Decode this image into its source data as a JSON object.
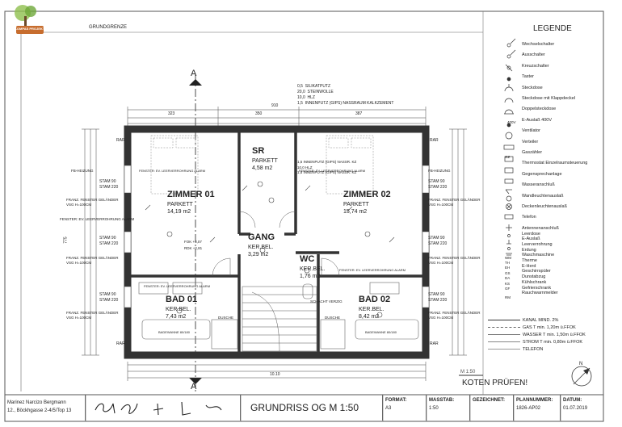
{
  "logo": {
    "text": "KOMPAS PROJEKTE"
  },
  "top": {
    "grundgrenze": "GRUNDGRENZE",
    "section_a": "A"
  },
  "layers": [
    {
      "thk": "0,5",
      "name": "SILIKATPUTZ"
    },
    {
      "thk": "20,0",
      "name": "STEINWOLLE"
    },
    {
      "thk": "10,0",
      "name": "HLZ"
    },
    {
      "thk": "1,5",
      "name": "INNENPUTZ (GIPS) NASSRAUM KALKZEMENT"
    }
  ],
  "layers_inner": [
    {
      "thk": "1,5",
      "name": "INNENPUTZ (GIPS) NASSR. KZ"
    },
    {
      "thk": "10,0",
      "name": "HLZ"
    },
    {
      "thk": "1,5",
      "name": "INNENPUTZ (GIPS) NASSR. KZ"
    }
  ],
  "dims": {
    "top_total": "910",
    "d323": "323",
    "d350": "350",
    "d387": "387",
    "bottom_total": "10.10",
    "left_total": "775"
  },
  "rooms": [
    {
      "name": "ZIMMER 01",
      "floor": "PARKETT",
      "area": "14,19 m2"
    },
    {
      "name": "SR",
      "floor": "PARKETT",
      "area": "4,58 m2"
    },
    {
      "name": "ZIMMER 02",
      "floor": "PARKETT",
      "area": "15,74 m2"
    },
    {
      "name": "GANG",
      "floor": "KER.BEL.",
      "area": "3,29 m2"
    },
    {
      "name": "WC",
      "floor": "KER.BEL.",
      "area": "1,76 m2"
    },
    {
      "name": "BAD 01",
      "floor": "KER.BEL.",
      "area": "7,43 m2"
    },
    {
      "name": "BAD 02",
      "floor": "KER.BEL.",
      "area": "8,42 m2"
    }
  ],
  "side_notes": {
    "fb": "FB-HEIZUNG",
    "fenster": "FENSTER: EV. LEERVERROHRUNG ALARM",
    "stam90": "STAM 90",
    "stam220": "STAM 220",
    "franz": "FRANZ. FENSTER GELÄNDER",
    "vsg": "VSG H=100CM",
    "rar": "RAR",
    "dusche": "DUSCHE",
    "badewanne": "BADEWANNE 80/180",
    "fok1": "FOK +3,07",
    "fok2": "RDK +2,81",
    "schacht": "SCHACHT VERZIG"
  },
  "legend": {
    "title": "LEGENDE",
    "items": [
      "Wechselschalter",
      "Ausschalter",
      "Kreuzschalter",
      "Taster",
      "Steckdose",
      "Steckdose mit Klappdeckel",
      "Doppelsteckdose",
      "E-Auslaß 400V",
      "Ventilator",
      "Verteiler",
      "Gaszähler",
      "Thermostat Einzelraumsteuerung",
      "Gegensprechanlage",
      "Wasseranschluß",
      "Wandleuchtenauslaß",
      "Deckenleuchtenauslaß",
      "Telefon",
      "Antennenanschluß",
      "Leerdose",
      "E-Auslaß",
      "Leerverrohrung",
      "Erdung",
      "Waschmaschine",
      "Therme",
      "E-Herd",
      "Geschirrspüler",
      "Dunstabzug",
      "Kühlschrank",
      "Gefrierschrank",
      "Rauchwarnmelder"
    ],
    "sym_codes": [
      "400V",
      "GZ",
      "WM",
      "TH",
      "EH",
      "GS",
      "DA",
      "KS",
      "GF",
      "RM"
    ],
    "lines": [
      "KANAL MIND. 2%",
      "GAS T min. 1,20m ü.FFOK",
      "WASSER T min. 1,50m ü.FFOK",
      "STROM T min. 0,80m ü.FFOK",
      "TELEFON"
    ]
  },
  "scale_label": "M 1:50",
  "koten": "KOTEN PRÜFEN!",
  "north": "N",
  "titleblock": {
    "owner_line1": "Marinez Narcizo Bergmann",
    "owner_line2": "12., Böckhgasse 2-4/5/Top 13",
    "title": "GRUNDRISS OG M 1:50",
    "format_lbl": "FORMAT:",
    "format_val": "A3",
    "masstab_lbl": "MASSTAB:",
    "masstab_val": "1:50",
    "gezeichnet_lbl": "GEZEICHNET:",
    "gezeichnet_val": "",
    "plannummer_lbl": "PLANNUMMER:",
    "plannummer_val": "1826-AP02",
    "datum_lbl": "DATUM:",
    "datum_val": "01.07.2019"
  }
}
